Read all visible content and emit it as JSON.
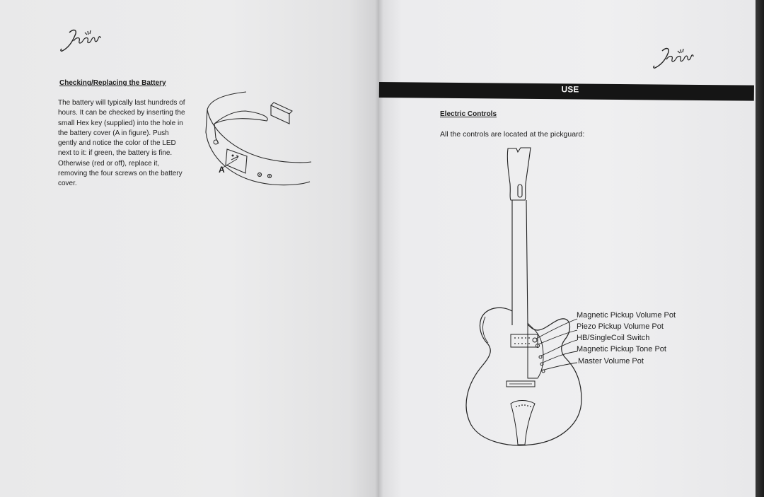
{
  "left_page": {
    "logo_text": "Jaen",
    "heading": "Checking/Replacing the Battery",
    "paragraph_lines": [
      "The battery will typically last hundreds of",
      "hours. It can be checked by inserting the",
      "small Hex key (supplied) into the hole in",
      "the battery cover (A in figure). Push",
      "gently and notice the color of the LED",
      "next to it: if green, the battery is fine.",
      "Otherwise (red or off), replace it,",
      "removing the four screws on the battery",
      "cover."
    ],
    "figure_label": "A"
  },
  "right_page": {
    "logo_text": "Jaen",
    "banner_title": "USE",
    "heading": "Electric Controls",
    "intro": "All the controls are located at the pickguard:",
    "controls": [
      "Magnetic Pickup Volume Pot",
      "Piezo Pickup Volume Pot",
      "HB/SingleCoil Switch",
      "Magnetic Pickup Tone Pot",
      "Master Volume Pot"
    ]
  }
}
